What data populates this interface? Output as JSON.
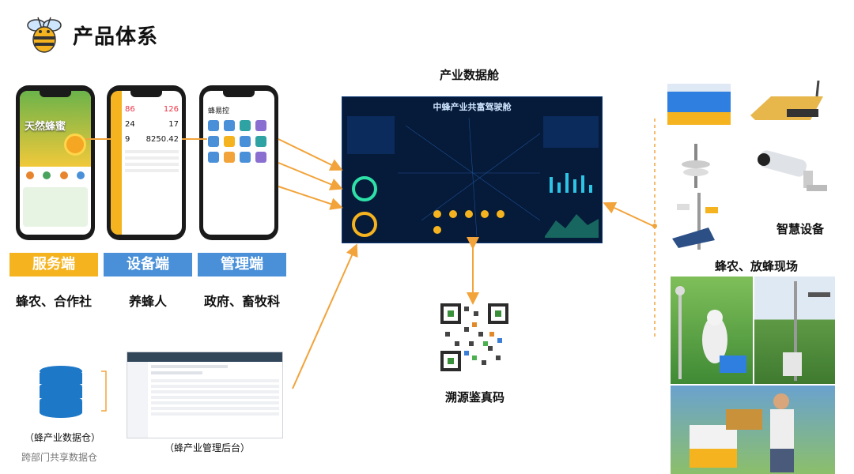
{
  "page": {
    "title": "产品体系",
    "logo_icon": "bee-icon"
  },
  "clients": [
    {
      "label": "服务端",
      "color": "#f5b41f",
      "users": "蜂农、合作社"
    },
    {
      "label": "设备端",
      "color": "#4a90d9",
      "users": "养蜂人"
    },
    {
      "label": "管理端",
      "color": "#4a90d9",
      "users": "政府、畜牧科"
    }
  ],
  "phone1": {
    "banner_text": "天然蜂蜜"
  },
  "phone2": {
    "stats": [
      "86",
      "126",
      "24",
      "17",
      "9",
      "8250.42"
    ]
  },
  "phone3": {
    "header": "蜂易控"
  },
  "dashboard": {
    "heading": "产业数据舱",
    "title": "中蜂产业共富驾驶舱"
  },
  "qr": {
    "label": "溯源鉴真码"
  },
  "devices": {
    "label": "智慧设备"
  },
  "field": {
    "label": "蜂农、放蜂现场"
  },
  "database": {
    "label": "（蜂产业数据仓）",
    "watermark": "跨部门共享数据仓"
  },
  "backend": {
    "label": "（蜂产业管理后台）"
  },
  "colors": {
    "arrow": "#f2a33a",
    "yellow": "#f5b41f",
    "blue": "#4a90d9",
    "db_blue": "#1e78c8"
  }
}
